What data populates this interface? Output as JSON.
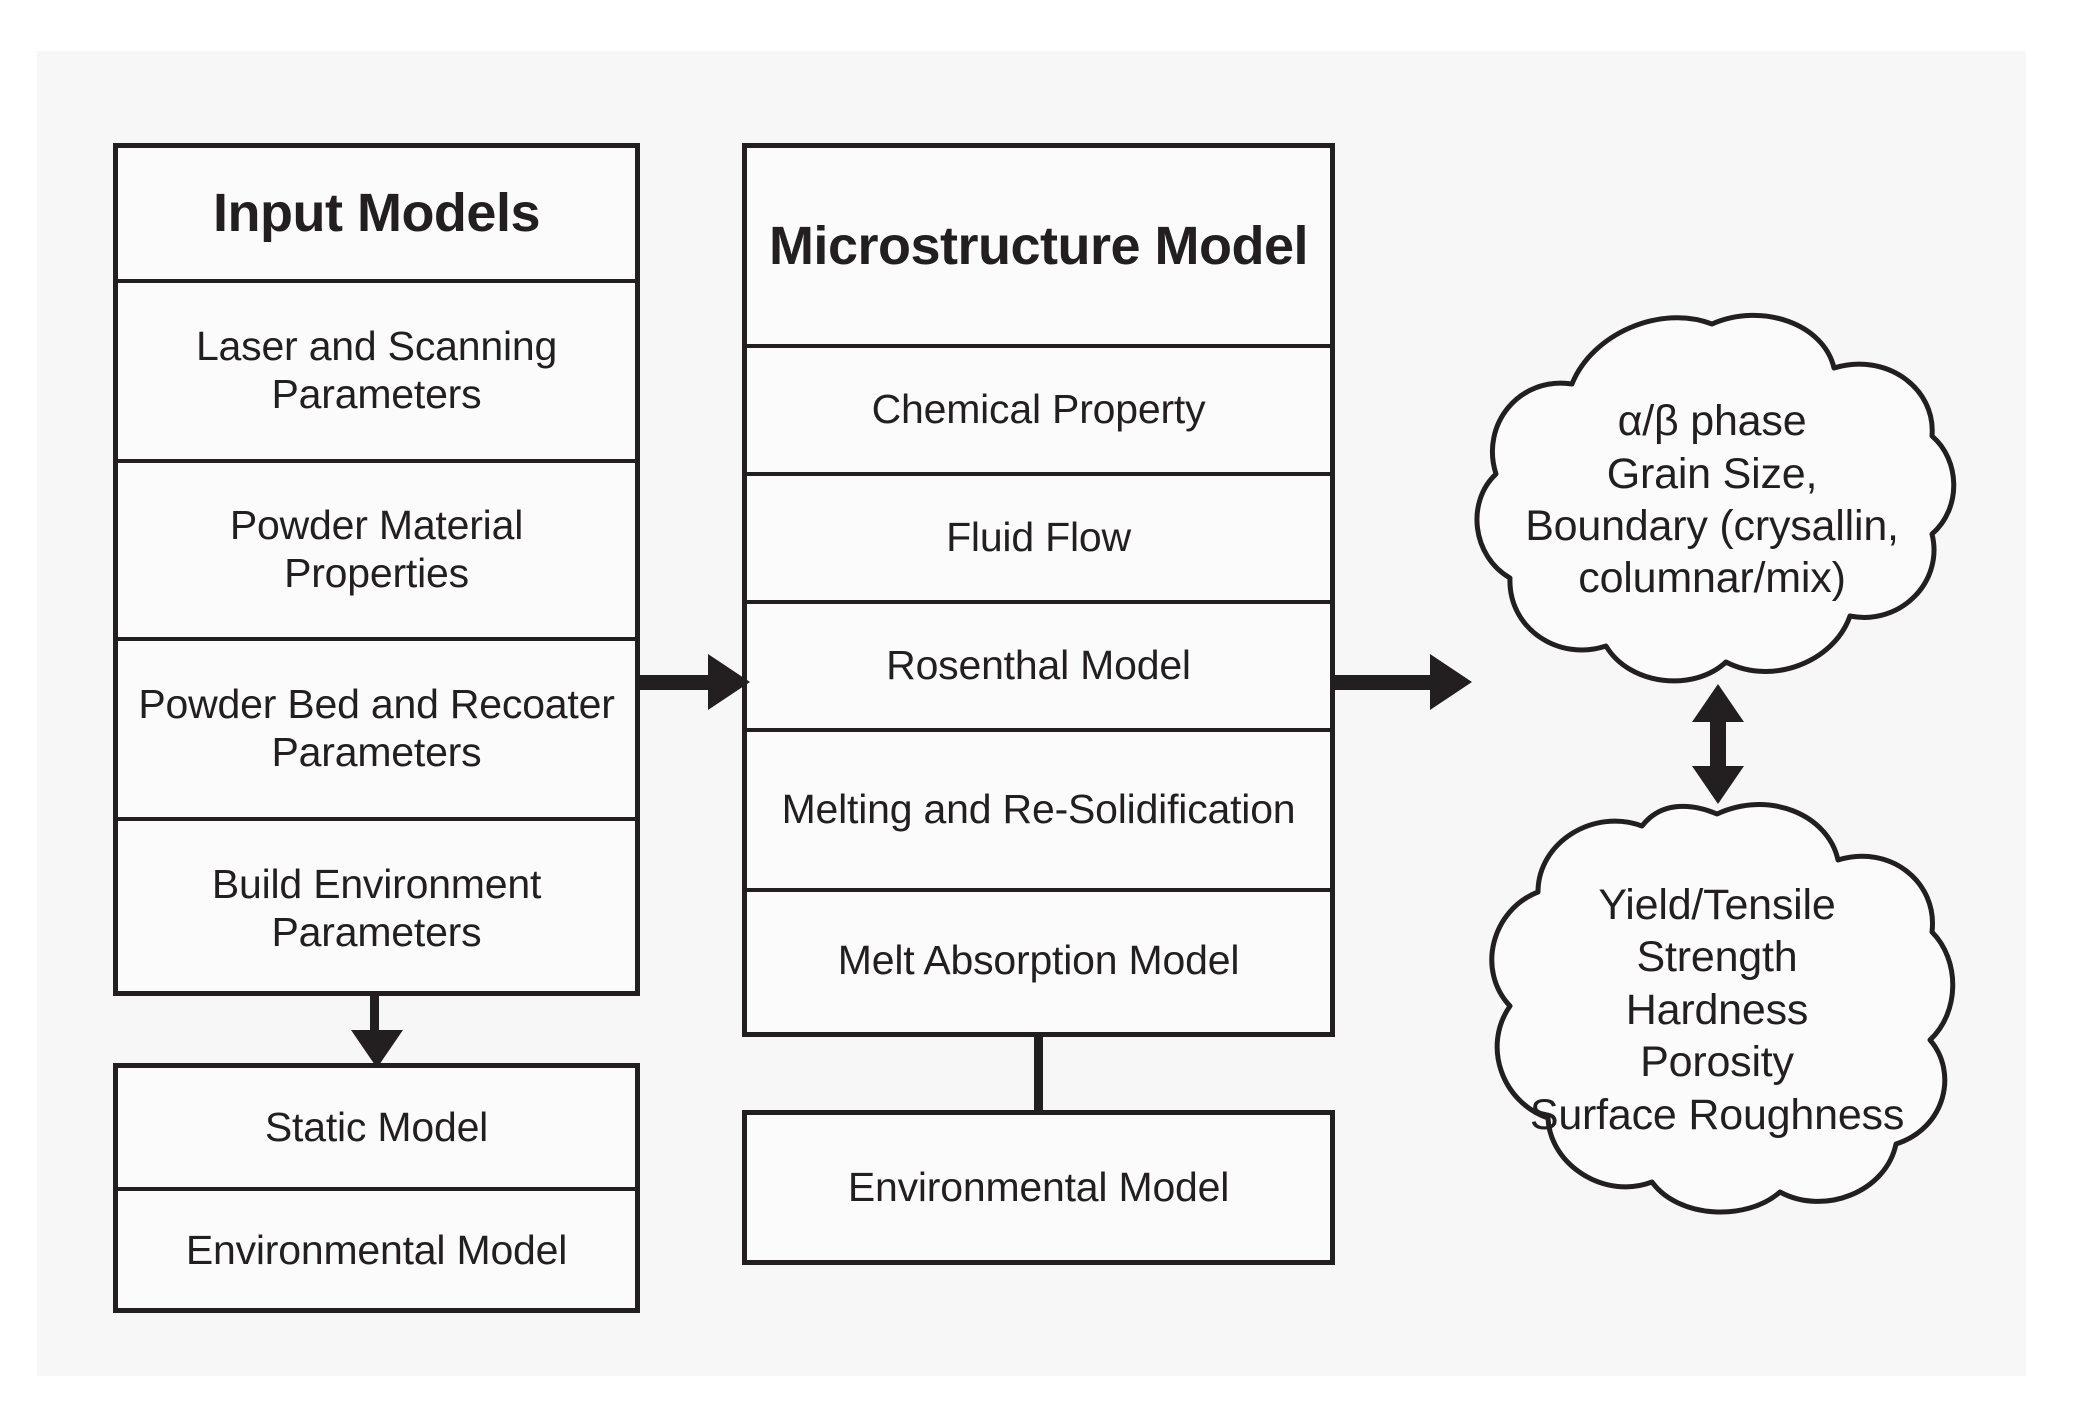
{
  "diagram": {
    "title": "Additive Manufacturing Modelling Flow Diagram",
    "colors": {
      "stroke": "#231f20",
      "background": "#f7f7f8",
      "box_fill": "#fbfbfc"
    }
  },
  "input_models": {
    "header": "Input Models",
    "rows": [
      "Laser and Scanning Parameters",
      "Powder Material Properties",
      "Powder Bed and Recoater Parameters",
      "Build Environment Parameters"
    ]
  },
  "static_models": {
    "rows": [
      "Static Model",
      "Environmental Model"
    ]
  },
  "microstructure_model": {
    "header": "Microstructure Model",
    "rows": [
      "Chemical Property",
      "Fluid Flow",
      "Rosenthal Model",
      "Melting and Re-Solidification",
      "Melt Absorption Model"
    ]
  },
  "environmental_model_mid": {
    "label": "Environmental Model"
  },
  "cloud_microstructure": {
    "lines": [
      "α/β phase",
      "Grain Size,",
      "Boundary (crysallin,",
      "columnar/mix)"
    ]
  },
  "cloud_properties": {
    "lines": [
      "Yield/Tensile",
      "Strength",
      "Hardness",
      "Porosity",
      "Surface Roughness"
    ]
  },
  "connectors": {
    "input_to_microstructure": "arrow-right",
    "microstructure_to_cloud": "arrow-right",
    "input_to_static": "arrow-down",
    "microstructure_to_environmental": "line",
    "cloud_to_cloud": "double-arrow-vertical"
  }
}
